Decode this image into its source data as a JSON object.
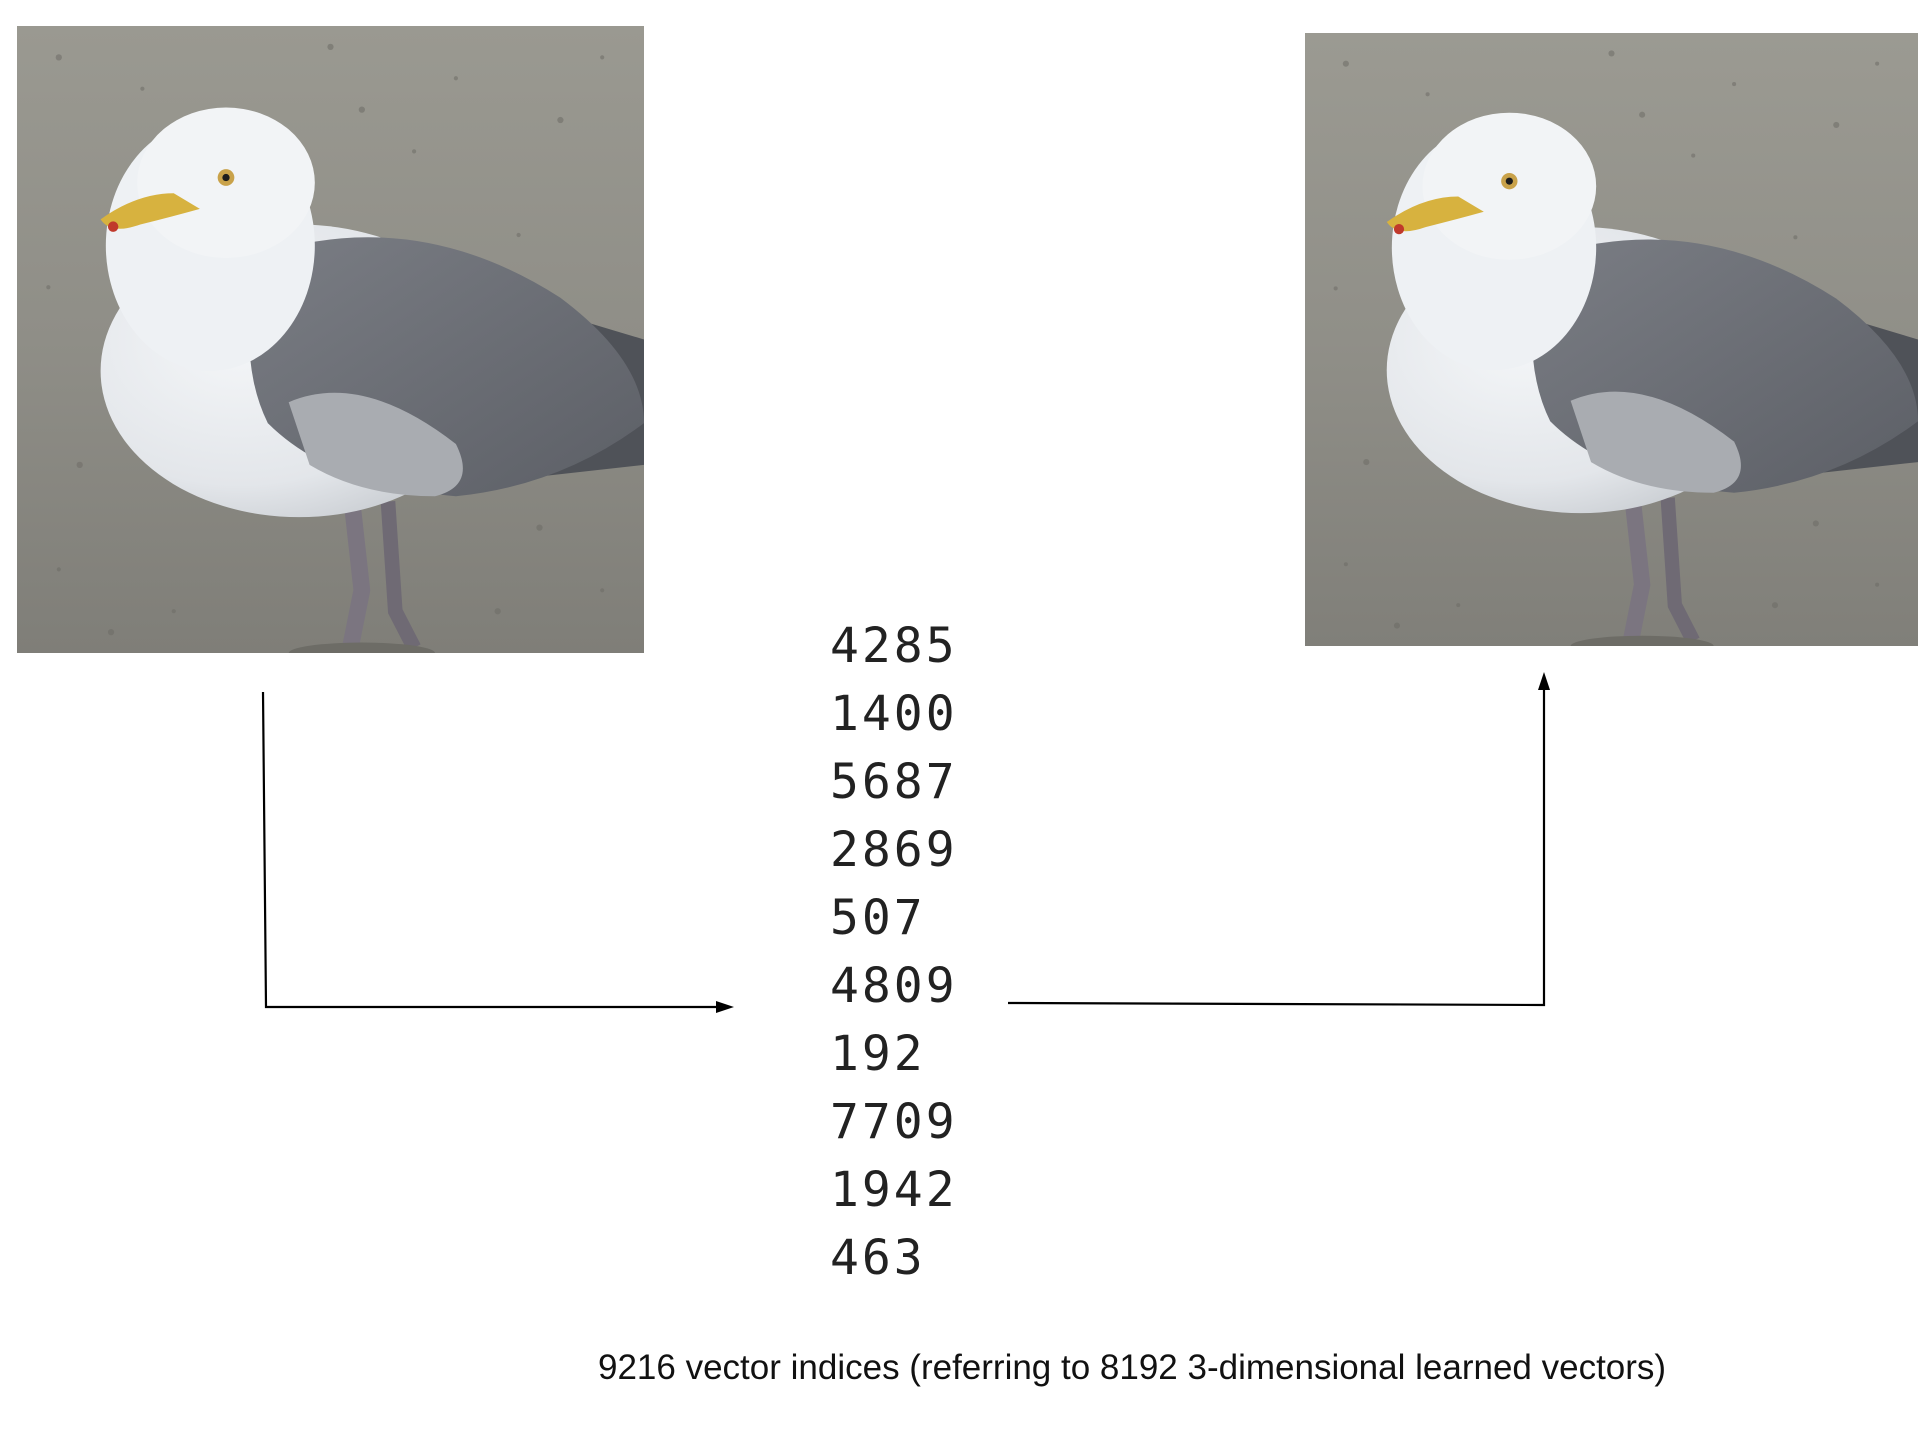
{
  "diagram": {
    "input_image": {
      "subject": "seagull-photo"
    },
    "output_image": {
      "subject": "seagull-photo-reconstructed"
    },
    "indices": [
      "4285",
      "1400",
      "5687",
      "2869",
      "507",
      "4809",
      "192",
      "7709",
      "1942",
      "463"
    ],
    "caption": "9216 vector indices (referring to 8192 3-dimensional learned vectors)"
  },
  "colors": {
    "sand": "#8f8e87",
    "sand_dark": "#6d6c66",
    "gull_white": "#eceff2",
    "gull_gray_wing": "#6e7178",
    "gull_light_wing": "#a9acb1",
    "beak": "#d7b23f",
    "legs": "#7b7580",
    "arrow": "#000000",
    "text": "#222222"
  },
  "icons": [
    "arrowhead-right-icon",
    "arrowhead-up-icon"
  ]
}
